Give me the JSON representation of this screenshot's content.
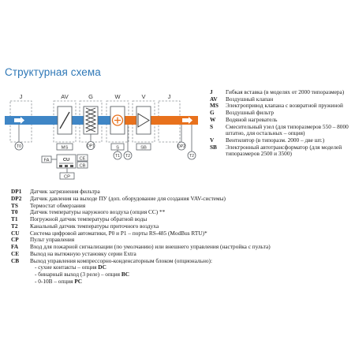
{
  "title": "Структурная схема",
  "diagram": {
    "blocks": [
      {
        "code": "J",
        "sublabel": ""
      },
      {
        "code": "AV",
        "sublabel": "MS"
      },
      {
        "code": "G",
        "sublabel": "DP1"
      },
      {
        "code": "W",
        "sublabel": "S"
      },
      {
        "code": "V",
        "sublabel": "SB"
      },
      {
        "code": "J",
        "sublabel": ""
      }
    ],
    "sensors": {
      "t0": "T0",
      "t1": "T1",
      "t2": "T2",
      "dp2": "DP2"
    },
    "control": {
      "fa": "FA",
      "cu": "CU",
      "ce": "CE",
      "cb": "CB",
      "cp": "CP"
    },
    "colors": {
      "supply_air": "#3f86c6",
      "heated_air": "#e8711c",
      "frame": "#8a9094"
    }
  },
  "legend_right": [
    {
      "code": "J",
      "text": "Гибкая вставка (в моделях от 2000 типоразмера)"
    },
    {
      "code": "AV",
      "text": "Воздушный клапан"
    },
    {
      "code": "MS",
      "text": "Электропривод клапана с возвратной пружиной"
    },
    {
      "code": "G",
      "text": "Воздушный фильтр"
    },
    {
      "code": "W",
      "text": "Водяной нагреватель"
    },
    {
      "code": "S",
      "text": "Смесительный узел (для типоразмеров 550 – 8000 штатно, для остальных – опция)"
    },
    {
      "code": "V",
      "text": "Вентилятор (в типоразм. 2000 – две шт.)"
    },
    {
      "code": "SB",
      "text": "Электронный автотрансформатор (для моделей типоразмеров 2500 и 3500)"
    }
  ],
  "legend_bottom": [
    {
      "code": "DP1",
      "text": "Датчик загрязнения фильтра"
    },
    {
      "code": "DP2",
      "text": "Датчик давления на выходе ПУ (доп. оборудование для создания VAV-системы)"
    },
    {
      "code": "TS",
      "text": "Термостат обмерзания"
    },
    {
      "code": "T0",
      "text": "Датчик температуры наружного воздуха (опция CC) **"
    },
    {
      "code": "T1",
      "text": "Погружной датчик температуры обратной воды"
    },
    {
      "code": "T2",
      "text": "Канальный датчик температуры приточного воздуха"
    },
    {
      "code": "CU",
      "text": "Система цифровой автоматики, P0 и P1 – порты RS-485 (ModBus RTU)*"
    },
    {
      "code": "CP",
      "text": "Пульт управления"
    },
    {
      "code": "FA",
      "text": "Вход для пожарной сигнализации (по умолчанию) или внешнего управления (настройка с пульта)"
    },
    {
      "code": "CE",
      "text": "Выход на вытяжную установку серии Extra"
    },
    {
      "code": "CB",
      "text": "Выход управления компрессорно-конденсаторным блоком (опционально):"
    }
  ],
  "cb_options": [
    {
      "text": "- сухие контакты – опция ",
      "code": "DC"
    },
    {
      "text": "- бинарный выход (3 реле) – опция ",
      "code": "BC"
    },
    {
      "text": "- 0-10В – опция ",
      "code": "PC"
    }
  ]
}
